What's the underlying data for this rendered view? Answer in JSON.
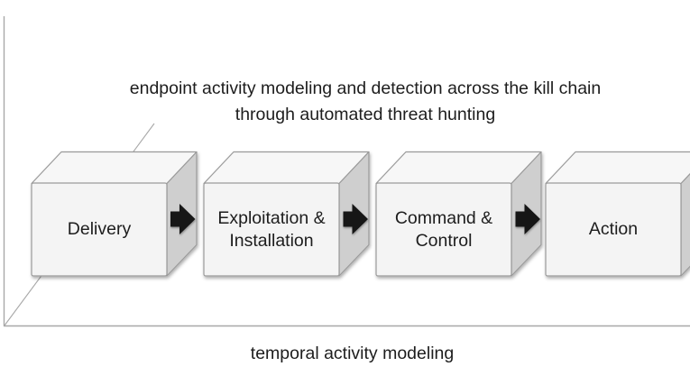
{
  "diagram": {
    "title_line1": "endpoint activity modeling and detection across the kill chain",
    "title_line2": "through automated threat hunting",
    "x_axis_label": "temporal activity modeling",
    "boxes": [
      {
        "id": "delivery",
        "label": "Delivery"
      },
      {
        "id": "exploitation-installation",
        "label": "Exploitation &\nInstallation"
      },
      {
        "id": "command-control",
        "label": "Command &\nControl"
      },
      {
        "id": "action",
        "label": "Action"
      }
    ],
    "colors": {
      "background": "#ffffff",
      "box_front": "#f4f4f4",
      "box_top": "#f7f7f7",
      "box_side": "#cfcfcf",
      "box_border": "#9a9a9a",
      "arrow": "#121212",
      "axis": "#a8a8a8",
      "text": "#1d1d1d"
    }
  }
}
